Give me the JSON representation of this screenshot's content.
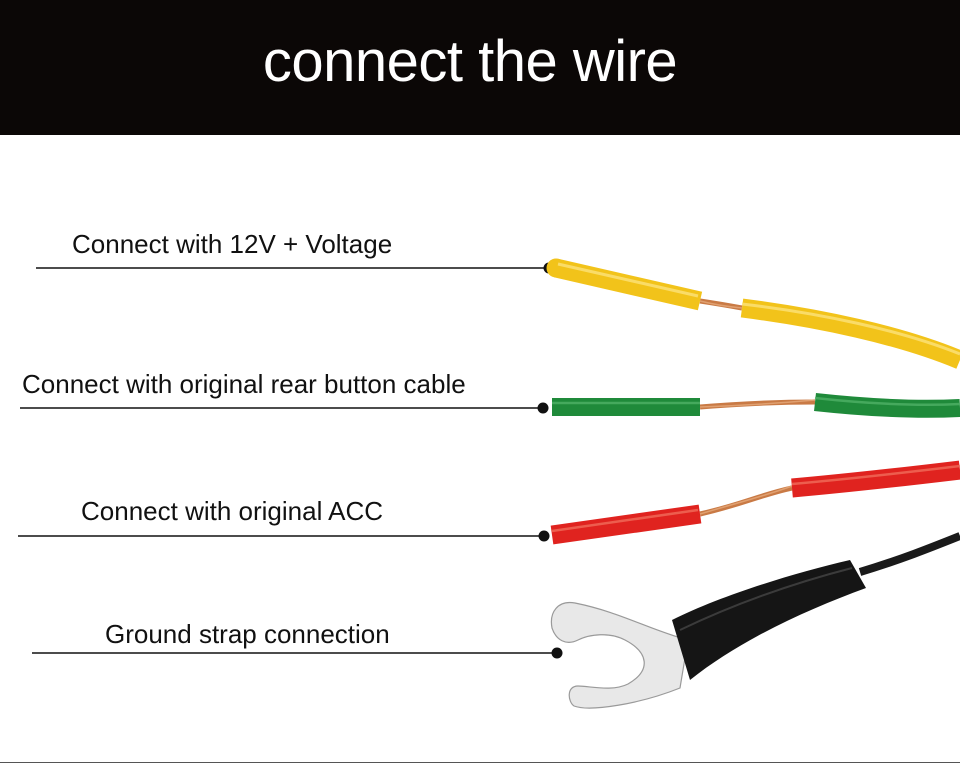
{
  "header": {
    "title": "connect the wire"
  },
  "wires": [
    {
      "label": "Connect with 12V + Voltage",
      "color": "#f2c31a",
      "kind": "yellow"
    },
    {
      "label": "Connect with original rear button cable",
      "color": "#1f8a3a",
      "kind": "green"
    },
    {
      "label": "Connect with original ACC",
      "color": "#e0231f",
      "kind": "red"
    },
    {
      "label": "Ground strap connection",
      "color": "#1a1a1a",
      "kind": "ground"
    }
  ],
  "colors": {
    "header_bg": "#0b0706",
    "copper": "#c97a45",
    "terminal": "#e8e8e8"
  }
}
